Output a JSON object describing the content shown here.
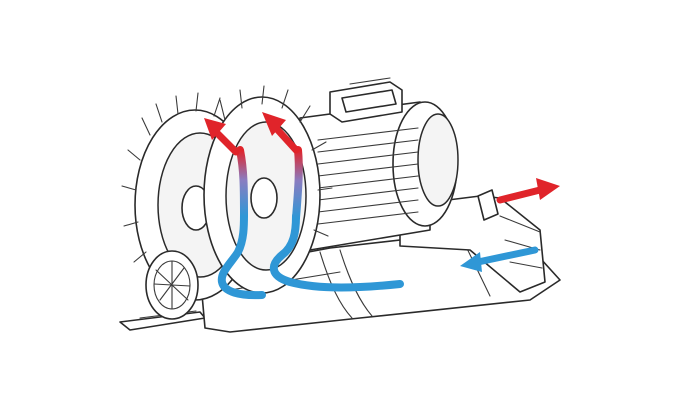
{
  "diagram": {
    "subject": "side-channel-blower-airflow",
    "colors": {
      "outline": "#2a2a2a",
      "background": "#ffffff",
      "inflow": "#2f97d6",
      "outflow": "#e0242a"
    },
    "icons": [
      "blower-housing",
      "electric-motor",
      "terminal-box",
      "cooling-fan-cover",
      "intake-silencer",
      "impeller"
    ],
    "flows": [
      {
        "direction": "in",
        "color": "#2f97d6"
      },
      {
        "direction": "out",
        "color": "#e0242a"
      }
    ]
  }
}
